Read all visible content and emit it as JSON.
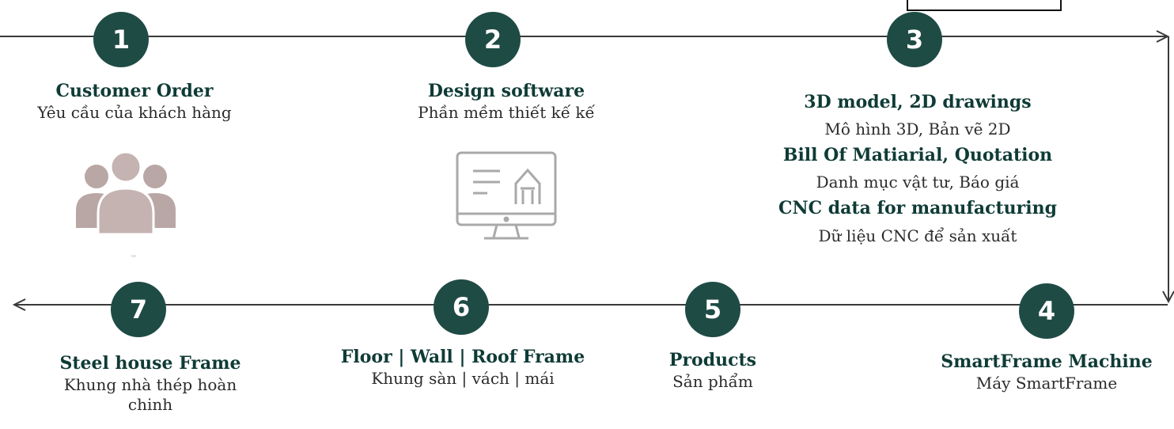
{
  "colors": {
    "circle": "#1f4b45",
    "title_text": "#0f3b36",
    "subtitle_text": "#2b2b2b",
    "connector": "#3a3a3a",
    "people_icon": "#b9a7a6",
    "monitor_icon": "#a9a9a9"
  },
  "steps": [
    {
      "number": "1",
      "title": "Customer Order",
      "subtitle": "Yêu cầu của khách hàng",
      "icon": "people-group-icon"
    },
    {
      "number": "2",
      "title": "Design software",
      "subtitle": "Phần mềm thiết kế kế",
      "icon": "design-monitor-icon"
    },
    {
      "number": "3",
      "lines": [
        {
          "text": "3D model, 2D drawings",
          "style": "title"
        },
        {
          "text": "Mô hình 3D, Bản vẽ 2D",
          "style": "subtitle"
        },
        {
          "text": "Bill Of Matiarial, Quotation",
          "style": "title"
        },
        {
          "text": "Danh mục vật tư, Báo giá",
          "style": "subtitle"
        },
        {
          "text": "CNC data for manufacturing",
          "style": "title"
        },
        {
          "text": "Dữ liệu CNC để sản xuất",
          "style": "subtitle"
        }
      ]
    },
    {
      "number": "4",
      "title": "SmartFrame Machine",
      "subtitle": "Máy SmartFrame"
    },
    {
      "number": "5",
      "title": "Products",
      "subtitle": "Sản phẩm"
    },
    {
      "number": "6",
      "title": "Floor | Wall | Roof Frame",
      "subtitle": "Khung sàn | vách | mái"
    },
    {
      "number": "7",
      "title": "Steel house Frame",
      "subtitle": "Khung nhà thép hoàn chinh"
    }
  ]
}
